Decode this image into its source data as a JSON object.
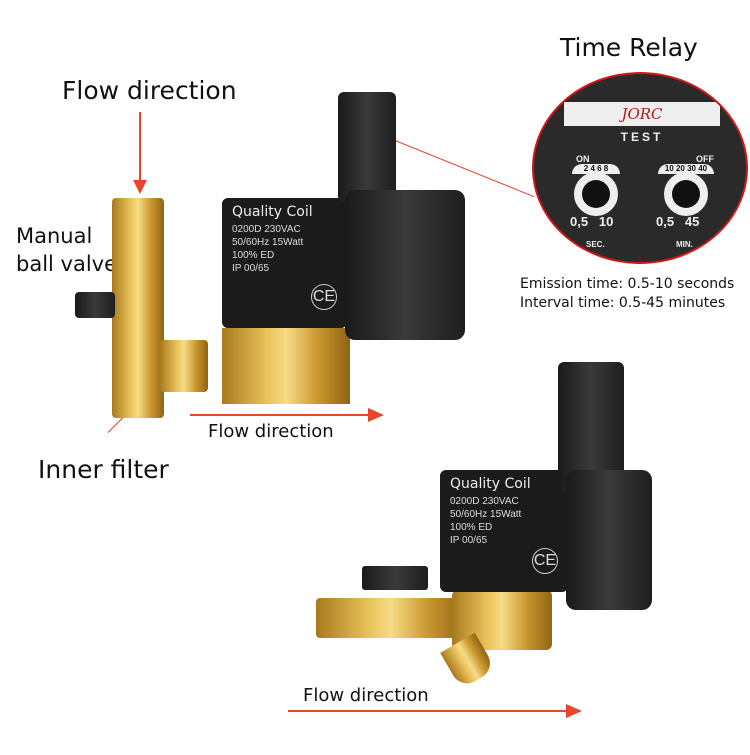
{
  "labels": {
    "flow_top": "Flow direction",
    "time_relay": "Time Relay",
    "manual_ball_valve_1": "Manual",
    "manual_ball_valve_2": "ball valve",
    "inner_filter": "Inner filter",
    "flow_middle": "Flow direction",
    "emission": "Emission time: 0.5-10 seconds",
    "interval": "Interval time: 0.5-45 minutes",
    "flow_bottom": "Flow direction"
  },
  "coil": {
    "title": "Quality Coil",
    "line1": "0200D   230VAC",
    "line2": "50/60Hz  15Watt",
    "line3": "100%   ED",
    "line4": "IP   00/65",
    "ce": "CE"
  },
  "relay": {
    "brand": "JORC",
    "test": "TEST",
    "on": "ON",
    "off": "OFF",
    "sec": "SEC.",
    "min": "MIN.",
    "sec_range": "0,5   10",
    "min_range": "0,5   45",
    "sec_ticks": "2 4 6 8",
    "min_ticks": "10 20 30 40"
  },
  "colors": {
    "arrow": "#e8452a",
    "brass": "#e0b64e",
    "relay_ring": "#d0191b"
  }
}
